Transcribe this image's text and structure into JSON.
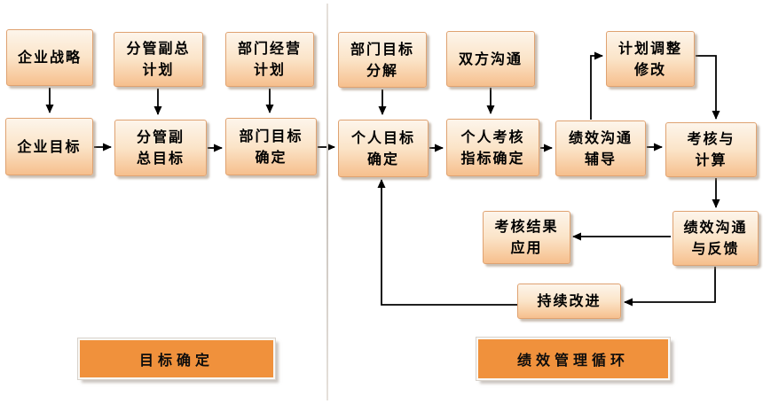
{
  "colors": {
    "node_fill_top": "#fdf5eb",
    "node_fill_bottom": "#f6bf8d",
    "node_border": "#dfa271",
    "section_label_fill": "#f0913c",
    "arrow": "#000000",
    "divider": "#c9c3bd"
  },
  "nodes": {
    "enterprise_strategy": "企业战略",
    "vp_plan": "分管副总\n计划",
    "dept_business_plan": "部门经营\n计划",
    "enterprise_goal": "企业目标",
    "vp_goal": "分管副\n总目标",
    "dept_goal_confirm": "部门目标\n确定",
    "dept_goal_decompose": "部门目标\n分解",
    "mutual_communication": "双方沟通",
    "plan_adjust_modify": "计划调整\n修改",
    "personal_goal_confirm": "个人目标\n确定",
    "personal_kpi_confirm": "个人考核\n指标确定",
    "performance_comm_coaching": "绩效沟通\n辅导",
    "assessment_calculation": "考核与\n计算",
    "performance_comm_feedback": "绩效沟通\n与反馈",
    "assessment_result_apply": "考核结果\n应用",
    "continuous_improvement": "持续改进"
  },
  "section_labels": {
    "goal_setting": "目标确定",
    "performance_cycle": "绩效管理循环"
  },
  "flows": [
    "企业战略 → 企业目标",
    "分管副总计划 → 分管副总目标",
    "部门经营计划 → 部门目标确定",
    "企业目标 → 分管副总目标",
    "分管副总目标 → 部门目标确定",
    "部门目标确定 → 个人目标确定",
    "部门目标分解 → 个人目标确定",
    "双方沟通 → 个人考核指标确定",
    "个人目标确定 → 个人考核指标确定",
    "个人考核指标确定 → 绩效沟通辅导",
    "绩效沟通辅导 → 考核与计算",
    "绩效沟通辅导 → 计划调整修改",
    "计划调整修改 → 考核与计算",
    "考核与计算 → 绩效沟通与反馈",
    "绩效沟通与反馈 → 考核结果应用",
    "绩效沟通与反馈 → 持续改进",
    "持续改进 → 个人目标确定"
  ]
}
